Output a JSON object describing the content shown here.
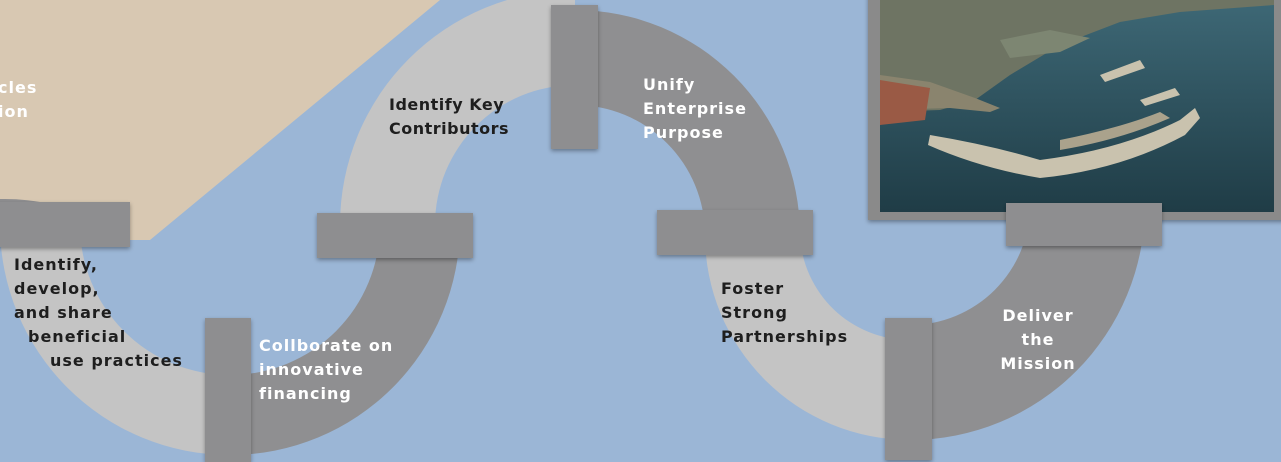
{
  "palette": {
    "background": "#9bb6d6",
    "sand": "#d8c8b2",
    "pipe_light": "#c4c4c4",
    "pipe_dark": "#8f8f91",
    "text_dark": "#1e1e1e",
    "text_light": "#ffffff"
  },
  "steps": [
    {
      "lines": [
        "cles",
        "ion"
      ],
      "text_color": "light"
    },
    {
      "lines": [
        "Identify,",
        "develop,",
        "and share",
        "beneficial",
        "use practices"
      ],
      "text_color": "dark"
    },
    {
      "lines": [
        "Collborate on",
        "innovative",
        "financing"
      ],
      "text_color": "light"
    },
    {
      "lines": [
        "Identify Key",
        "Contributors"
      ],
      "text_color": "dark"
    },
    {
      "lines": [
        "Unify",
        "Enterprise",
        "Purpose"
      ],
      "text_color": "light"
    },
    {
      "lines": [
        "Foster",
        "Strong",
        "Partnerships"
      ],
      "text_color": "dark"
    },
    {
      "lines": [
        "Deliver",
        "the",
        "Mission"
      ],
      "text_color": "light"
    }
  ],
  "photo": {
    "icon": "aerial-harbor-photo-icon"
  }
}
